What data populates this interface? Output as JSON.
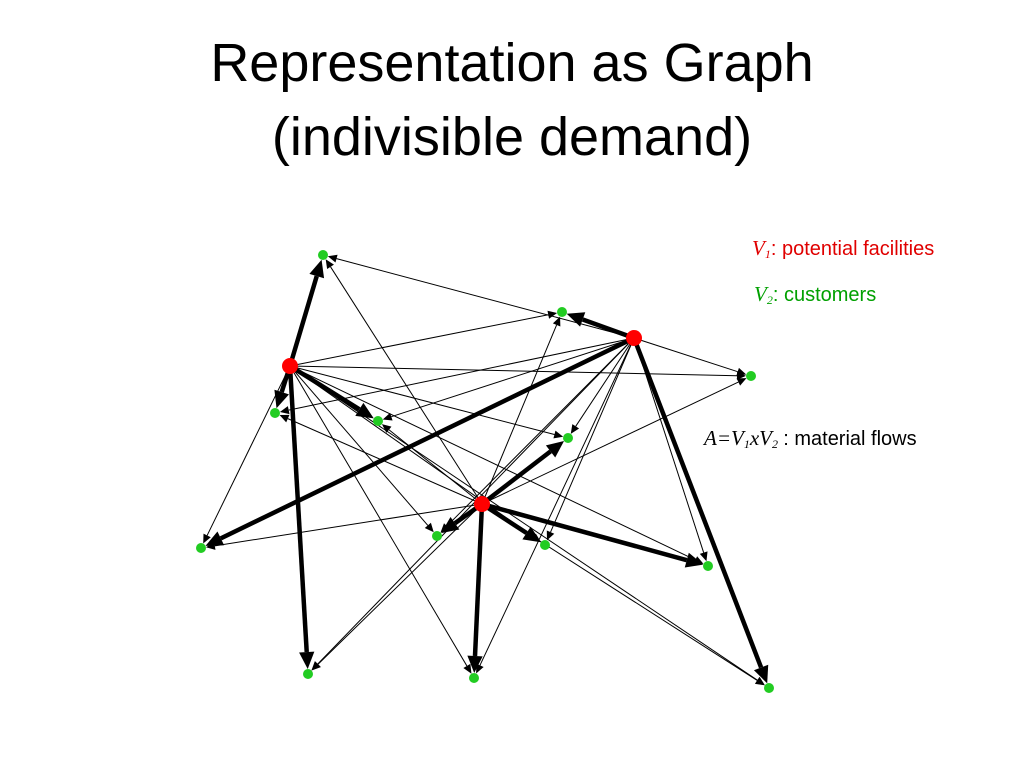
{
  "title": {
    "line1": "Representation as Graph",
    "line2": "(indivisible demand)"
  },
  "legend": {
    "v1": {
      "symbol": "V",
      "subscript": "1",
      "text": ": potential facilities",
      "color": "#e00000"
    },
    "v2": {
      "symbol": "V",
      "subscript": "2",
      "text": ": customers",
      "color": "#00a000"
    },
    "a": {
      "parts": [
        {
          "t": "A",
          "sub": ""
        },
        {
          "t": "=",
          "sub": ""
        },
        {
          "t": "V",
          "sub": "1"
        },
        {
          "t": "x",
          "sub": ""
        },
        {
          "t": "V",
          "sub": "2"
        }
      ],
      "text": ": material flows",
      "color": "#000000"
    }
  },
  "colors": {
    "facility": "#ff0000",
    "customer": "#22cc22",
    "edge": "#000000"
  },
  "graph": {
    "facilities": [
      {
        "id": "F1"
      },
      {
        "id": "F2"
      },
      {
        "id": "F3"
      }
    ],
    "customers": [
      {
        "id": "C1"
      },
      {
        "id": "C2"
      },
      {
        "id": "C3"
      },
      {
        "id": "C4"
      },
      {
        "id": "C5"
      },
      {
        "id": "C6"
      },
      {
        "id": "C7"
      },
      {
        "id": "C8"
      },
      {
        "id": "C9"
      },
      {
        "id": "C10"
      },
      {
        "id": "C11"
      },
      {
        "id": "C12"
      },
      {
        "id": "C13"
      }
    ],
    "assigned_flows": [
      {
        "from": "F1",
        "to": "C1"
      },
      {
        "from": "F1",
        "to": "C6"
      },
      {
        "from": "F1",
        "to": "C5"
      },
      {
        "from": "F1",
        "to": "C12"
      },
      {
        "from": "F2",
        "to": "C2"
      },
      {
        "from": "F2",
        "to": "C4"
      },
      {
        "from": "F2",
        "to": "C13"
      },
      {
        "from": "F3",
        "to": "C8"
      },
      {
        "from": "F3",
        "to": "C9"
      },
      {
        "from": "F3",
        "to": "C10"
      },
      {
        "from": "F3",
        "to": "C11"
      },
      {
        "from": "F3",
        "to": "C7"
      }
    ]
  }
}
